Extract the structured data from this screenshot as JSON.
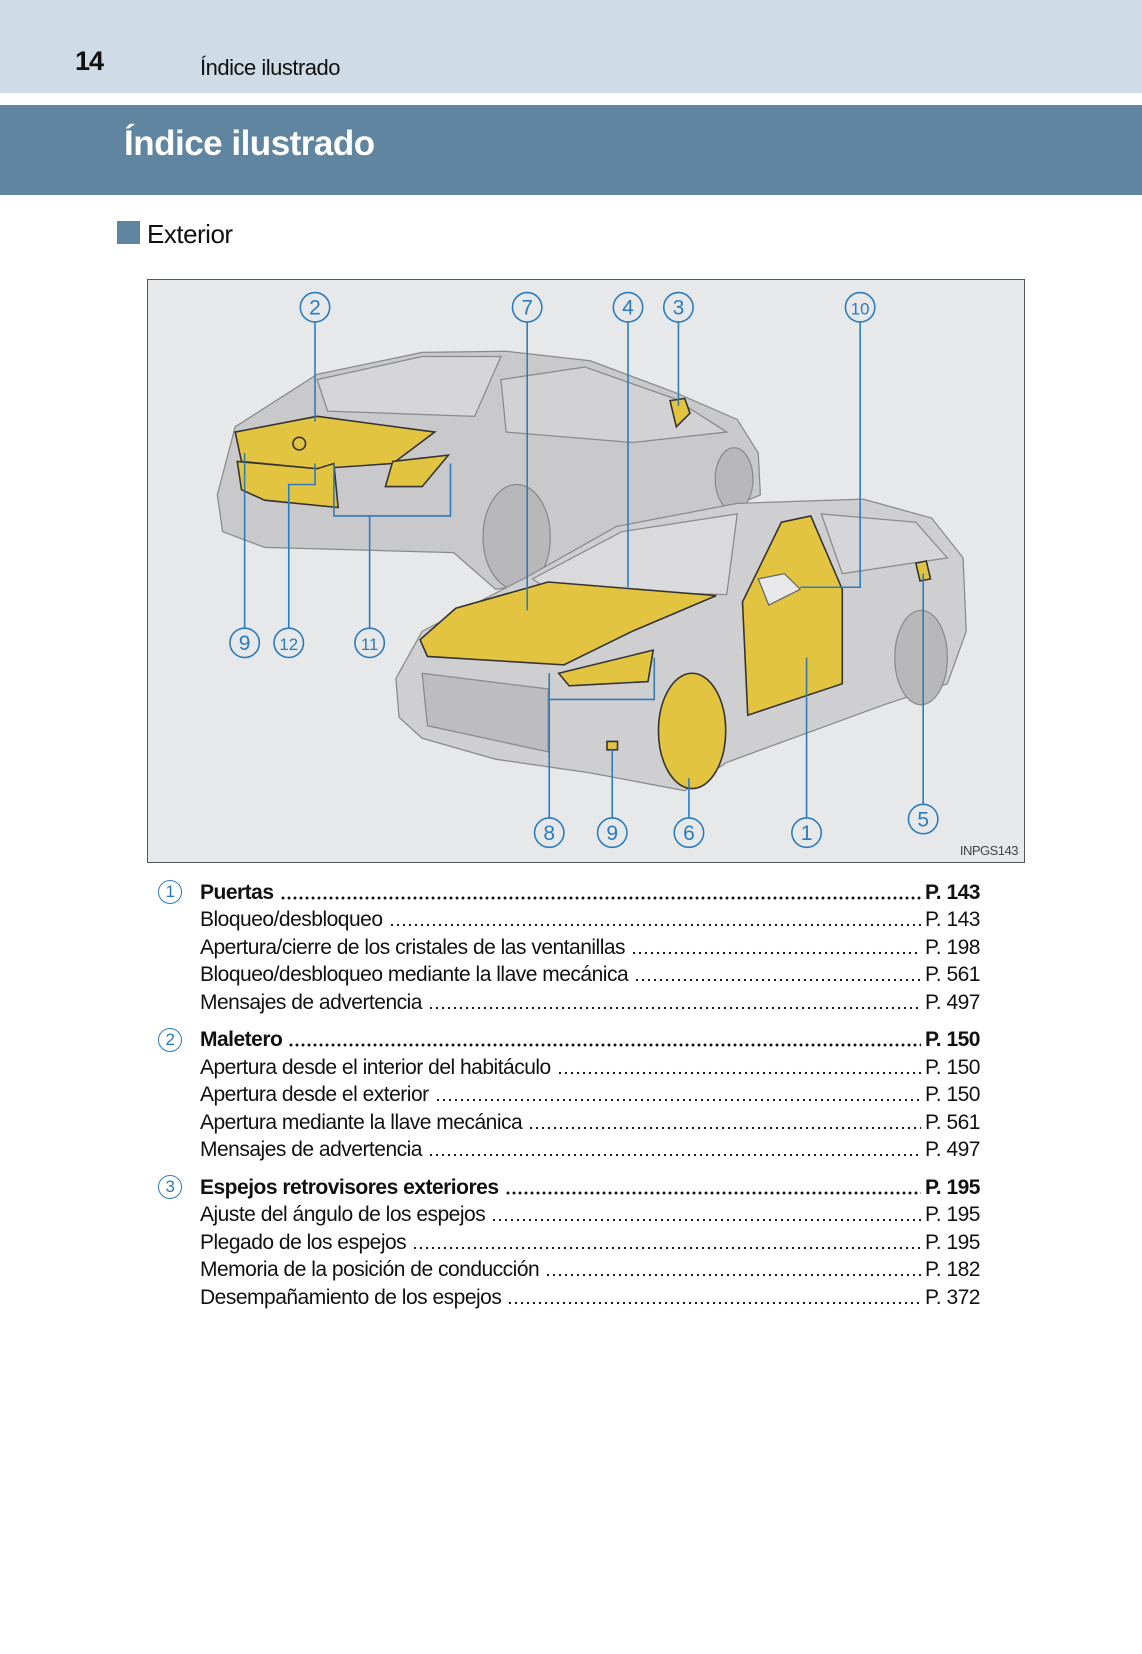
{
  "header": {
    "page_number": "14",
    "running_title": "Índice ilustrado"
  },
  "title": "Índice ilustrado",
  "section": "Exterior",
  "figure": {
    "code": "INPGS143",
    "callouts": [
      "2",
      "7",
      "4",
      "3",
      "10",
      "9",
      "12",
      "11",
      "8",
      "9",
      "6",
      "1",
      "5"
    ],
    "highlight_color": "#e3c441",
    "callout_color": "#2b7bbd"
  },
  "groups": [
    {
      "num": "1",
      "title": "Puertas",
      "page": "P. 143",
      "items": [
        {
          "label": "Bloqueo/desbloqueo",
          "page": "P. 143"
        },
        {
          "label": "Apertura/cierre de los cristales de las ventanillas",
          "page": "P. 198"
        },
        {
          "label": "Bloqueo/desbloqueo mediante la llave mecánica",
          "page": "P. 561"
        },
        {
          "label": "Mensajes de advertencia",
          "page": "P. 497"
        }
      ]
    },
    {
      "num": "2",
      "title": "Maletero",
      "page": "P. 150",
      "items": [
        {
          "label": "Apertura desde el interior del habitáculo",
          "page": "P. 150"
        },
        {
          "label": "Apertura desde el exterior",
          "page": "P. 150"
        },
        {
          "label": "Apertura mediante la llave mecánica",
          "page": "P. 561"
        },
        {
          "label": "Mensajes de advertencia",
          "page": "P. 497"
        }
      ]
    },
    {
      "num": "3",
      "title": "Espejos retrovisores exteriores",
      "page": "P. 195",
      "items": [
        {
          "label": "Ajuste del ángulo de los espejos",
          "page": "P. 195"
        },
        {
          "label": "Plegado de los espejos",
          "page": "P. 195"
        },
        {
          "label": "Memoria de la posición de conducción",
          "page": "P. 182"
        },
        {
          "label": "Desempañamiento de los espejos",
          "page": "P. 372"
        }
      ]
    }
  ]
}
